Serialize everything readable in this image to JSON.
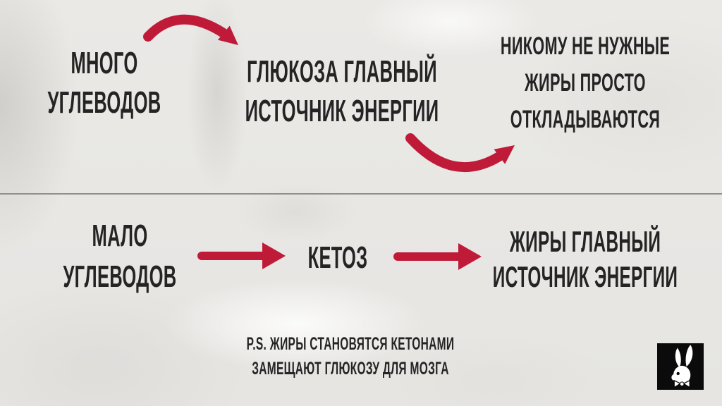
{
  "title": "Ketosis explainer infographic",
  "language": "ru",
  "palette": {
    "background": "#e9e8e5",
    "text": "#242424",
    "accent_red": "#bf1b39",
    "divider": "#8f8f8f",
    "logo_background": "#0b0b0b",
    "logo_foreground": "#ffffff"
  },
  "top_flow": {
    "many_carbs": {
      "lines": [
        "МНОГО",
        "УГЛЕВОДОВ"
      ]
    },
    "glucose": {
      "lines": [
        "ГЛЮКОЗА ГЛАВНЫЙ",
        "ИСТОЧНИК ЭНЕРГИИ"
      ]
    },
    "unneeded_fats": {
      "lines": [
        "НИКОМУ НЕ НУЖНЫЕ",
        "ЖИРЫ ПРОСТО",
        "ОТКЛАДЫВАЮТСЯ"
      ]
    }
  },
  "bottom_flow": {
    "few_carbs": {
      "lines": [
        "МАЛО",
        "УГЛЕВОДОВ"
      ]
    },
    "ketosis": {
      "label": "КЕТОЗ"
    },
    "fats_main": {
      "lines": [
        "ЖИРЫ ГЛАВНЫЙ",
        "ИСТОЧНИК ЭНЕРГИИ"
      ]
    }
  },
  "postscript": {
    "lines": [
      "P.S. ЖИРЫ СТАНОВЯТСЯ КЕТОНАМИ",
      "ЗАМЕЩАЮТ ГЛЮКОЗУ ДЛЯ МОЗГА"
    ]
  },
  "icons": {
    "curved_arrow_top": "curved-arrow-down-right",
    "curved_arrow_middle": "curved-arrow-up-right",
    "straight_arrow_left": "straight-arrow-right",
    "straight_arrow_right": "straight-arrow-right",
    "logo": "playboy-bunny"
  }
}
